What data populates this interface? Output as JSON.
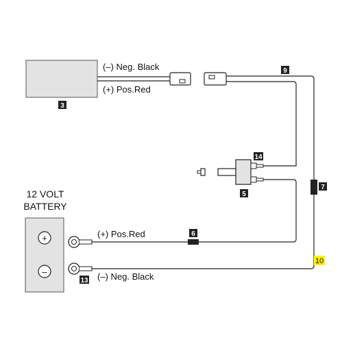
{
  "wires": {
    "device_neg_label": "(–) Neg. Black",
    "device_pos_label": "(+) Pos.Red",
    "battery_pos_label": "(+) Pos.Red",
    "battery_neg_label": "(–) Neg. Black"
  },
  "battery": {
    "title_line1": "12 VOLT",
    "title_line2": "BATTERY",
    "pos_symbol": "+",
    "neg_symbol": "–"
  },
  "tags": {
    "device": "3",
    "switch": "5",
    "fuse_inline": "6",
    "fuse_holder": "7",
    "harness": "9",
    "ground_run": "10",
    "ring_terminal": "13",
    "switch_terminals": "14"
  },
  "colors": {
    "tag_bg": "#222222",
    "highlight_tag_bg": "#fff200",
    "device_fill": "#e3e3e3",
    "battery_fill": "#e3e3e3"
  }
}
